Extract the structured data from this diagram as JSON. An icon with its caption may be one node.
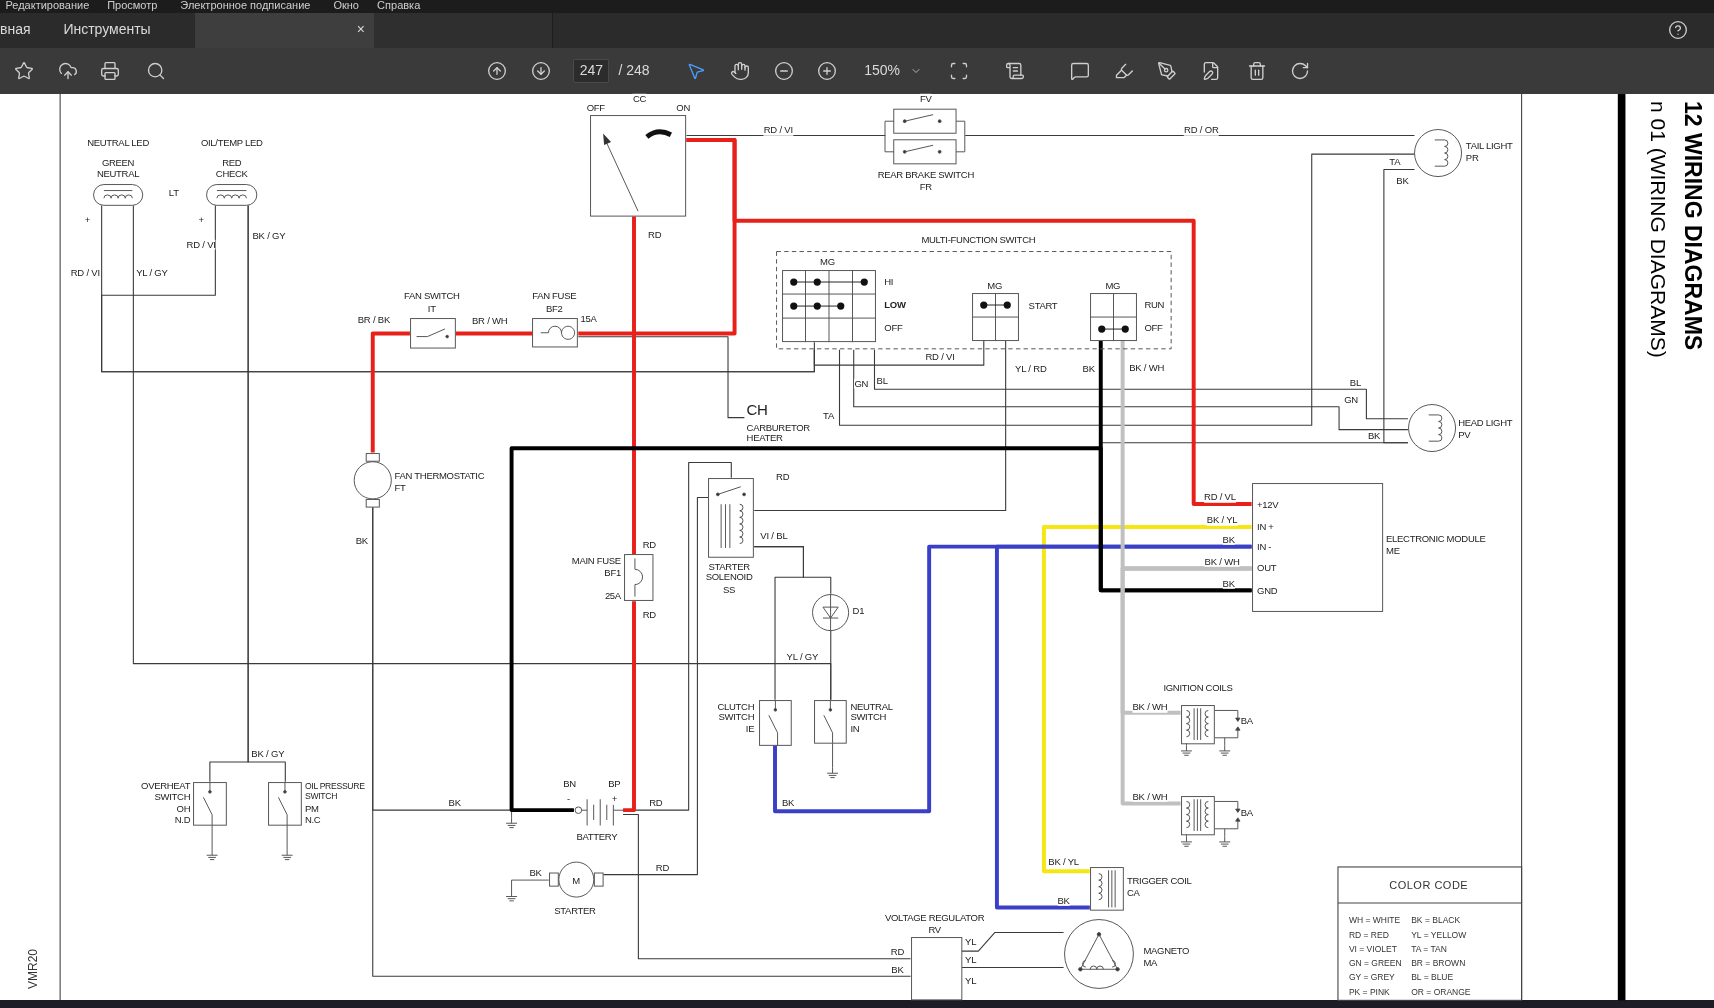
{
  "diagram": {
    "nodes": [
      {
        "text": [
          "NEUTRAL LED",
          "GREEN NEUTRAL"
        ]
      },
      {
        "text": [
          "OIL/TEMP LED",
          "RED CHECK"
        ]
      },
      {
        "text": [
          "OFF",
          "CC",
          "ON"
        ]
      },
      {
        "text": [
          "FV",
          "REAR BRAKE SWITCH",
          "FR"
        ]
      },
      {
        "text": [
          "TAIL LIGHT",
          "PR"
        ]
      },
      {
        "text": [
          "MULTI-FUNCTION SWITCH"
        ]
      },
      {
        "text": [
          "MG",
          "HI",
          "LOW",
          "OFF"
        ],
        "in": 5
      },
      {
        "text": [
          "MG",
          "START"
        ],
        "in": 5
      },
      {
        "text": [
          "MG",
          "RUN",
          "OFF"
        ],
        "in": 5
      },
      {
        "text": [
          "FAN SWITCH",
          "IT"
        ]
      },
      {
        "text": [
          "FAN FUSE",
          "BF2",
          "15A"
        ]
      },
      {
        "text": [
          "FAN THERMOSTATIC",
          "FT"
        ]
      },
      {
        "text": [
          "CH",
          "CARBURETOR HEATER"
        ]
      },
      {
        "text": [
          "STARTER SOLENOID",
          "SS"
        ]
      },
      {
        "text": [
          "MAIN FUSE",
          "BF1",
          "25A"
        ]
      },
      {
        "text": [
          "D1"
        ]
      },
      {
        "text": [
          "CLUTCH SWITCH",
          "IE"
        ]
      },
      {
        "text": [
          "NEUTRAL SWITCH",
          "IN"
        ]
      },
      {
        "text": [
          "+12V",
          "IN +",
          "IN -",
          "OUT",
          "GND",
          "ELECTRONIC MODULE",
          "ME"
        ]
      },
      {
        "text": [
          "IGNITION COILS",
          "BA"
        ]
      },
      {
        "text": [
          "BA"
        ]
      },
      {
        "text": [
          "OVERHEAT SWITCH",
          "OH",
          "N.D"
        ]
      },
      {
        "text": [
          "OIL PRESSURE SWITCH",
          "PM",
          "N.C"
        ]
      },
      {
        "text": [
          "BN",
          "BP",
          "BATTERY"
        ]
      },
      {
        "text": [
          "M",
          "STARTER"
        ]
      },
      {
        "text": [
          "TRIGGER COIL",
          "CA"
        ]
      },
      {
        "text": [
          "VOLTAGE REGULATOR",
          "RV"
        ]
      },
      {
        "text": [
          "MAGNETO",
          "MA"
        ]
      },
      {
        "text": [
          "HEAD LIGHT",
          "PV"
        ]
      }
    ],
    "edges": [
      {
        "from": 0,
        "to": 5,
        "arrow": "none"
      },
      {
        "from": 1,
        "to": 5,
        "arrow": "none"
      },
      {
        "from": 0,
        "to": 17,
        "arrow": "none"
      },
      {
        "from": 1,
        "to": 21,
        "arrow": "none"
      },
      {
        "from": 1,
        "to": 22,
        "arrow": "none"
      },
      {
        "from": 11,
        "to": 9,
        "arrow": "none",
        "style": "thick",
        "color": "#e8201a"
      },
      {
        "from": 9,
        "to": 10,
        "arrow": "none",
        "style": "thick",
        "color": "#e8201a"
      },
      {
        "from": 10,
        "to": 2,
        "arrow": "none",
        "style": "thick",
        "color": "#e8201a"
      },
      {
        "from": 10,
        "to": 12,
        "arrow": "none"
      },
      {
        "from": 2,
        "to": 3,
        "arrow": "none"
      },
      {
        "from": 3,
        "to": 4,
        "arrow": "none"
      },
      {
        "from": 4,
        "to": 5,
        "arrow": "none"
      },
      {
        "from": 4,
        "to": 28,
        "arrow": "none"
      },
      {
        "from": 28,
        "to": 5,
        "arrow": "none"
      },
      {
        "from": 28,
        "to": 5,
        "arrow": "none"
      },
      {
        "from": 28,
        "to": 18,
        "arrow": "none"
      },
      {
        "from": 7,
        "to": 13,
        "arrow": "none"
      },
      {
        "from": 13,
        "to": 15,
        "arrow": "none"
      },
      {
        "from": 13,
        "to": 16,
        "arrow": "none"
      },
      {
        "from": 15,
        "to": 17,
        "arrow": "none"
      },
      {
        "from": 2,
        "to": 14,
        "arrow": "none",
        "style": "thick",
        "color": "#e8201a"
      },
      {
        "from": 14,
        "to": 23,
        "arrow": "none",
        "style": "thick",
        "color": "#e8201a"
      },
      {
        "from": 23,
        "to": 13,
        "arrow": "none"
      },
      {
        "from": 13,
        "to": 24,
        "arrow": "none"
      },
      {
        "from": 11,
        "to": 23,
        "arrow": "none"
      },
      {
        "from": 23,
        "to": 26,
        "arrow": "none"
      },
      {
        "from": 11,
        "to": 26,
        "arrow": "none"
      },
      {
        "from": 27,
        "to": 26,
        "arrow": "none"
      },
      {
        "from": 27,
        "to": 26,
        "arrow": "none"
      },
      {
        "from": 25,
        "to": 18,
        "arrow": "none",
        "style": "thick",
        "color": "#f5e614"
      },
      {
        "from": 25,
        "to": 18,
        "arrow": "none",
        "style": "thick",
        "color": "#3a3fc8"
      },
      {
        "from": 16,
        "to": 18,
        "arrow": "none",
        "style": "thick",
        "color": "#3a3fc8"
      },
      {
        "from": 8,
        "to": 18,
        "arrow": "none",
        "style": "thick",
        "color": "#000000"
      },
      {
        "from": 23,
        "to": 18,
        "arrow": "none",
        "style": "thick",
        "color": "#000000"
      },
      {
        "from": 8,
        "to": 18,
        "arrow": "none",
        "style": "thick",
        "color": "#c0c0c0"
      },
      {
        "from": 18,
        "to": 19,
        "arrow": "none",
        "style": "thick",
        "color": "#c0c0c0"
      },
      {
        "from": 18,
        "to": 20,
        "arrow": "none",
        "style": "thick",
        "color": "#c0c0c0"
      },
      {
        "from": 2,
        "to": 18,
        "arrow": "none",
        "style": "thick",
        "color": "#e8201a"
      },
      {
        "from": 7,
        "to": 6,
        "arrow": "none"
      }
    ],
    "labels": [
      "Редактирование",
      "Просмотр",
      "Электронное подписание",
      "Окно",
      "Справка",
      "вная",
      "Инструменты",
      "×",
      "247",
      "/ 248",
      "150%",
      "n 01 (WIRING DIAGRAMS)",
      "12 WIRING DIAGRAMS",
      "VMR20",
      "LT",
      "+",
      "+",
      "RD / VI",
      "YL / GY",
      "RD / VI",
      "BK / GY",
      "RD / VI",
      "RD / OR",
      "TA",
      "BK",
      "RD",
      "BR / BK",
      "BR / WH",
      "RD / VI",
      "YL / RD",
      "BK",
      "BK / WH",
      "GN",
      "BL",
      "TA",
      "BL",
      "GN",
      "BK",
      "RD",
      "VI / BL",
      "RD",
      "RD",
      "RD / VL",
      "BK / YL",
      "BK",
      "BK / WH",
      "BK",
      "BK",
      "YL / GY",
      "BK / GY",
      "BK / WH",
      "BK / WH",
      "BK",
      "-",
      "+",
      "RD",
      "BK",
      "BK / YL",
      "BK",
      "BK",
      "RD",
      "RD",
      "BK",
      "YL",
      "YL",
      "YL",
      "COLOR CODE",
      "WH = WHITE",
      "BK = BLACK",
      "RD = RED",
      "YL = YELLOW",
      "VI = VIOLET",
      "TA = TAN",
      "GN = GREEN",
      "BR = BROWN",
      "GY = GREY",
      "BL = BLUE",
      "PK = PINK",
      "OR = ORANGE"
    ]
  }
}
